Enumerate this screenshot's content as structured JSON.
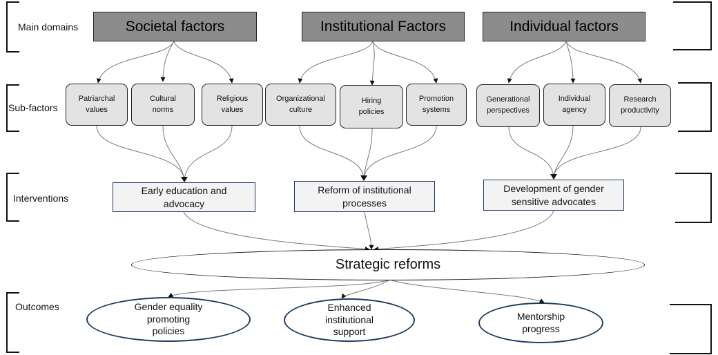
{
  "rows": {
    "main_domains": "Main domains",
    "sub_factors": "Sub-factors",
    "interventions": "Interventions",
    "outcomes": "Outcomes"
  },
  "domains": {
    "societal": "Societal factors",
    "institutional": "Institutional Factors",
    "individual": "Individual factors"
  },
  "sub_factors": {
    "patriarchal": "Patriarchal\nvalues",
    "cultural": "Cultural\nnorms",
    "religious": "Religious\nvalues",
    "organizational": "Organizational\nculture",
    "hiring": "Hiring\npolicies",
    "promotion": "Promotion\nsystems",
    "generational": "Generational\nperspectives",
    "agency": "Individual\nagency",
    "research": "Research\nproductivity"
  },
  "interventions": {
    "education": "Early education and\nadvocacy",
    "reform": "Reform of institutional\nprocesses",
    "advocates": "Development of gender\nsensitive advocates"
  },
  "strategic": "Strategic reforms",
  "outcomes": {
    "policies": "Gender equality\npromoting\npolicies",
    "support": "Enhanced\ninstitutional\nsupport",
    "mentorship": "Mentorship\nprogress"
  }
}
